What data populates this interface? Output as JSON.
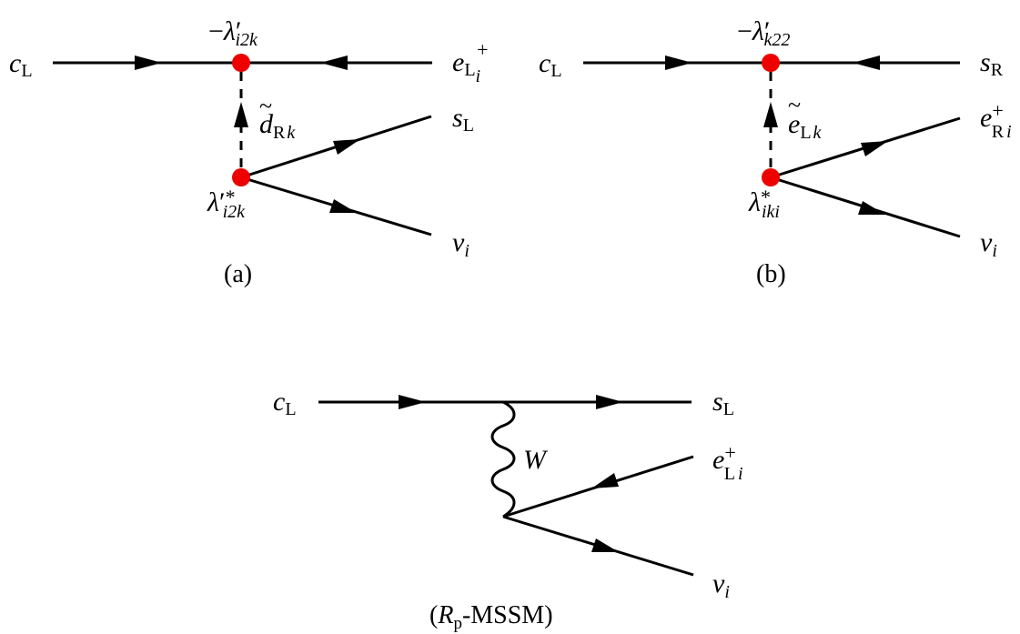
{
  "colors": {
    "line": "#000000",
    "vertex": "#ee0000",
    "background": "#ffffff"
  },
  "diagram_a": {
    "caption": "(a)",
    "in_particle": {
      "sym": "c",
      "sub": "L"
    },
    "out_particle": {
      "sym": "e",
      "sub": "L",
      "subsub": "i",
      "sup": "+"
    },
    "top_coupling": {
      "prefix": "−",
      "sym": "λ",
      "prime": "′",
      "sub": "i2k"
    },
    "propagator": {
      "sym": "d",
      "tilde": "~",
      "sub": "R",
      "subk": "k"
    },
    "bottom_coupling": {
      "sym": "λ",
      "prime": "′",
      "sup": "*",
      "sub": "i2k"
    },
    "out_upper": {
      "sym": "s",
      "sub": "L"
    },
    "out_lower": {
      "sym": "ν",
      "sub": "i"
    }
  },
  "diagram_b": {
    "caption": "(b)",
    "in_particle": {
      "sym": "c",
      "sub": "L"
    },
    "out_particle": {
      "sym": "s",
      "sub": "R"
    },
    "top_coupling": {
      "prefix": "−",
      "sym": "λ",
      "prime": "′",
      "sub": "k22"
    },
    "propagator": {
      "sym": "e",
      "tilde": "~",
      "sub": "L",
      "subk": "k"
    },
    "bottom_coupling": {
      "sym": "λ",
      "sup": "*",
      "sub": "iki"
    },
    "out_upper": {
      "sym": "e",
      "sup": "+",
      "sub": "R",
      "subi": "i"
    },
    "out_lower": {
      "sym": "ν",
      "sub": "i"
    }
  },
  "diagram_c": {
    "caption_open": "(",
    "caption_sym": "R",
    "caption_sub": "p",
    "caption_rest": "-MSSM)",
    "in_particle": {
      "sym": "c",
      "sub": "L"
    },
    "out_particle": {
      "sym": "s",
      "sub": "L"
    },
    "boson": {
      "sym": "W"
    },
    "out_upper": {
      "sym": "e",
      "sup": "+",
      "sub": "L",
      "subi": "i"
    },
    "out_lower": {
      "sym": "ν",
      "sub": "i"
    }
  }
}
